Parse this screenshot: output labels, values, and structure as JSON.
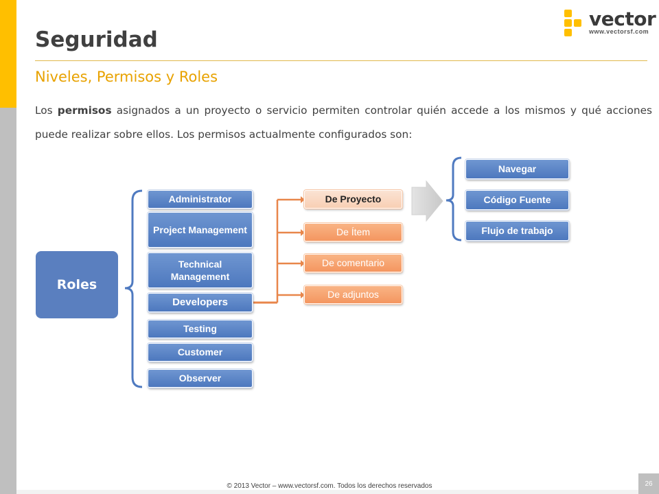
{
  "logo": {
    "word": "vector",
    "url": "www.vectorsf.com",
    "colors": {
      "squares": "#FFBF00",
      "text": "#3A3A3A"
    }
  },
  "title": "Seguridad",
  "subtitle": "Niveles, Permisos y Roles",
  "intro": {
    "before": "Los ",
    "bold": "permisos",
    "after": " asignados a un proyecto o servicio permiten controlar quién accede a los mismos y qué acciones puede realizar sobre ellos. Los permisos actualmente configurados son:"
  },
  "diagram": {
    "root": "Roles",
    "roles": [
      "Administrator",
      "Project Management",
      "Technical Management",
      "Developers",
      "Testing",
      "Customer",
      "Observer"
    ],
    "selected_role": "Developers",
    "permissions": [
      "De Proyecto",
      "De Ítem",
      "De comentario",
      "De adjuntos"
    ],
    "selected_permission": "De Proyecto",
    "actions": [
      "Navegar",
      "Código Fuente",
      "Flujo de trabajo"
    ],
    "colors": {
      "role": "#4F7AC0",
      "permission": "#F59B67",
      "connector": "#E8864A",
      "bracket": "#4F7AC0"
    }
  },
  "footer": {
    "text": "© 2013 Vector – www.vectorsf.com. Todos los derechos reservados",
    "page": "26"
  }
}
